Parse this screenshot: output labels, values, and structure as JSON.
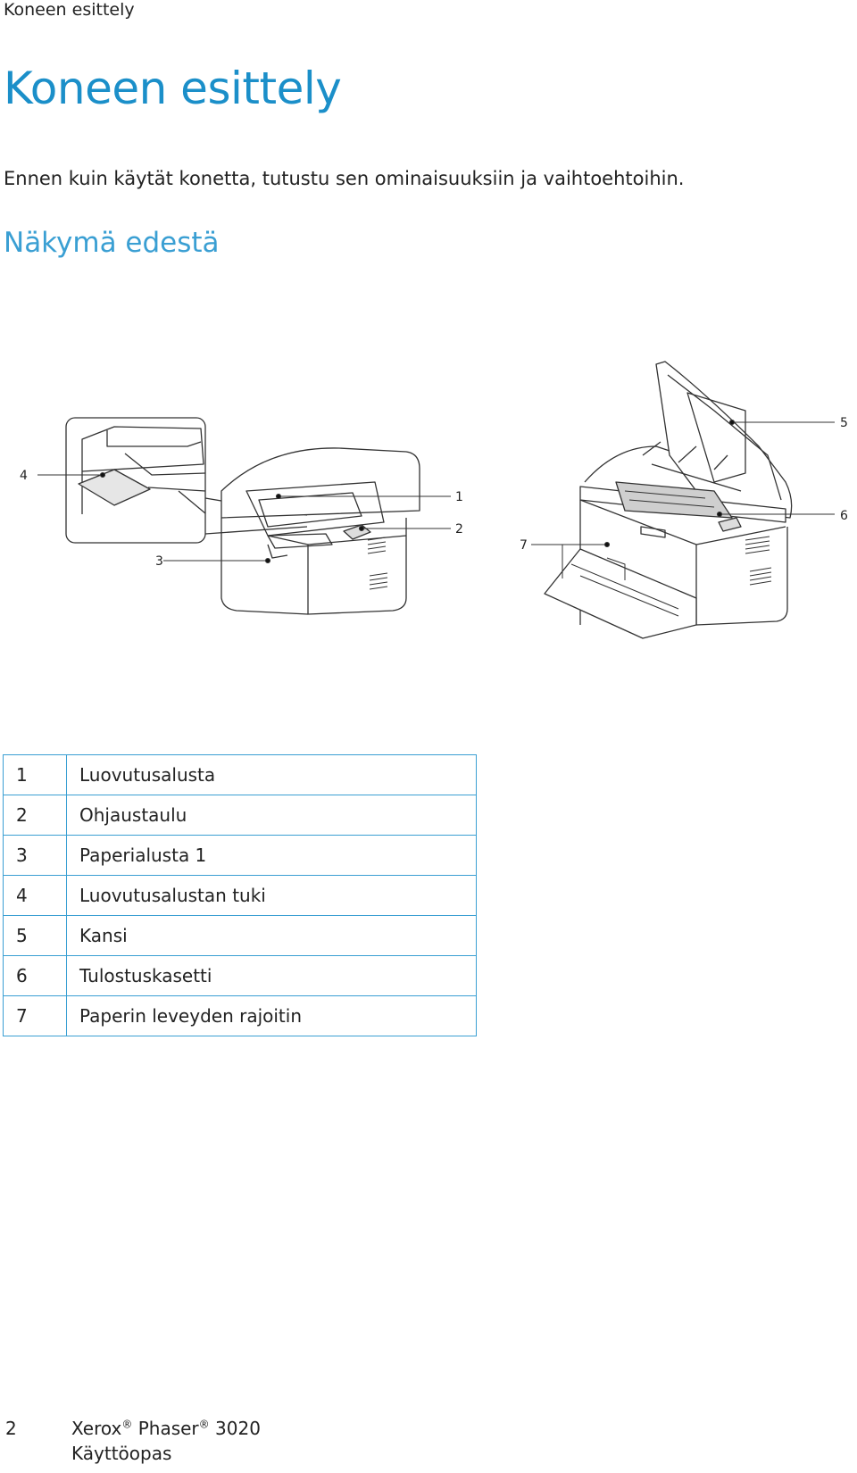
{
  "header": {
    "running_title": "Koneen esittely"
  },
  "page": {
    "title": "Koneen esittely",
    "intro": "Ennen kuin käytät konetta, tutustu sen ominaisuuksiin ja vaihtoehtoihin.",
    "subtitle": "Näkymä edestä"
  },
  "figure": {
    "callouts": [
      "1",
      "2",
      "3",
      "4",
      "5",
      "6",
      "7"
    ]
  },
  "legend": {
    "rows": [
      {
        "num": "1",
        "label": "Luovutusalusta"
      },
      {
        "num": "2",
        "label": "Ohjaustaulu"
      },
      {
        "num": "3",
        "label": "Paperialusta 1"
      },
      {
        "num": "4",
        "label": "Luovutusalustan tuki"
      },
      {
        "num": "5",
        "label": "Kansi"
      },
      {
        "num": "6",
        "label": "Tulostuskasetti"
      },
      {
        "num": "7",
        "label": "Paperin leveyden rajoitin"
      }
    ]
  },
  "footer": {
    "page_number": "2",
    "brand": "Xerox",
    "registered_mark": "®",
    "product": "Phaser",
    "model": "3020",
    "guide": "Käyttöopas"
  },
  "colors": {
    "heading_blue": "#1b8fc9",
    "table_border": "#3a9fd3"
  }
}
